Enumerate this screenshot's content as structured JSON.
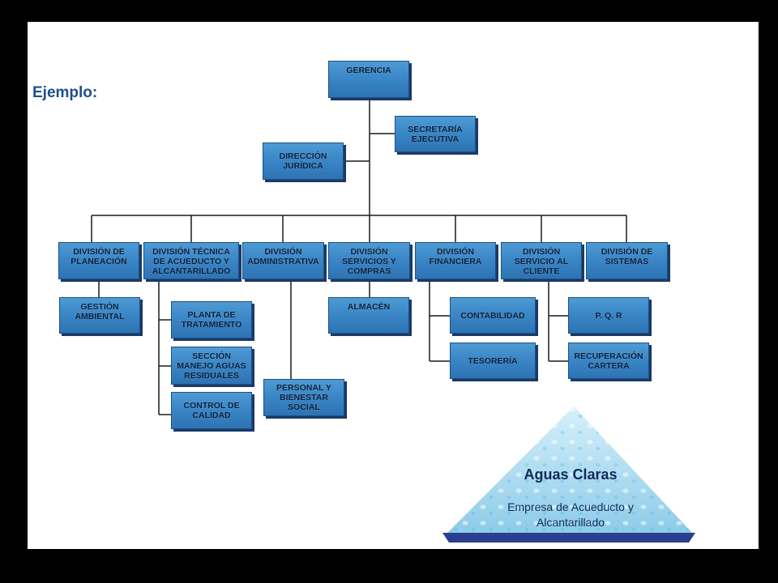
{
  "heading": "Ejemplo:",
  "org": {
    "gerencia": "GERENCIA",
    "secretaria": "SECRETARÍA\nEJECUTIVA",
    "direccion": "DIRECCIÓN\nJURÍDICA",
    "divisions": {
      "planeacion": "DIVISIÓN DE\nPLANEACIÓN",
      "tecnica": "DIVISIÓN TÉCNICA\nDE ACUEDUCTO Y\nALCANTARILLADO",
      "administrativa": "DIVISIÓN\nADMINISTRATIVA",
      "servicios": "DIVISIÓN\nSERVICIOS Y\nCOMPRAS",
      "financiera": "DIVISIÓN\nFINANCIERA",
      "cliente": "DIVISIÓN\nSERVICIO AL\nCLIENTE",
      "sistemas": "DIVISIÓN DE\nSISTEMAS"
    },
    "units": {
      "gestion": "GESTIÓN\nAMBIENTAL",
      "planta": "PLANTA DE\nTRATAMIENTO",
      "seccion": "SECCIÓN\nMANEJO AGUAS\nRESIDUALES",
      "control": "CONTROL DE\nCALIDAD",
      "personal": "PERSONAL Y\nBIENESTAR\nSOCIAL",
      "almacen": "ALMACÉN",
      "contabilidad": "CONTABILIDAD",
      "tesoreria": "TESORERÍA",
      "pqr": "P. Q. R",
      "recuperacion": "RECUPERACIÓN\nCARTERA"
    }
  },
  "logo": {
    "title": "Aguas Claras",
    "subtitle": "Empresa de Acueducto y\nAlcantarillado"
  },
  "colors": {
    "box_fill": "#3a86c6",
    "box_text": "#0b1d38",
    "heading": "#1f4e8c",
    "logo_text": "#0e2a5a",
    "background": "#000000",
    "slide": "#ffffff"
  }
}
